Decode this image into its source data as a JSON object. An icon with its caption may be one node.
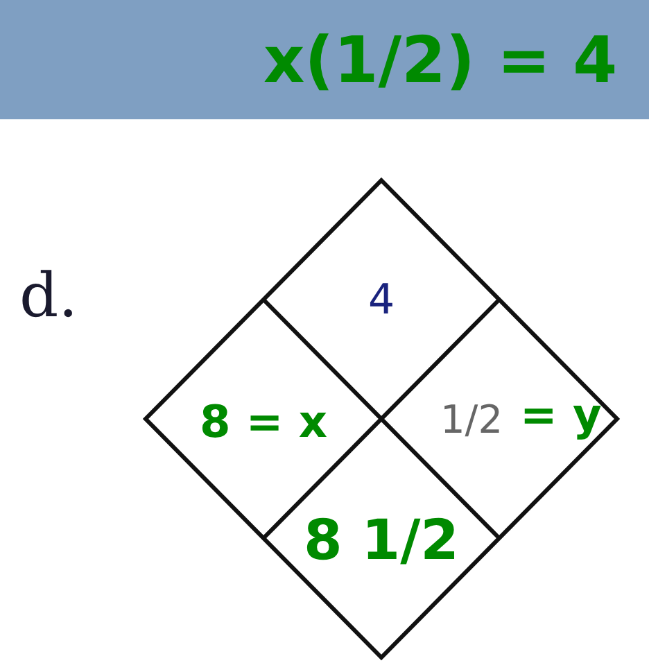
{
  "diagram": {
    "nodes": [
      {
        "text": [],
        "shape": "diamond"
      },
      {
        "text": [
          "4"
        ],
        "in": 0
      },
      {
        "text": [
          "8 = x"
        ],
        "in": 0
      },
      {
        "text": [
          "1/2"
        ],
        "in": 0,
        "beside": [
          "= y"
        ]
      },
      {
        "text": [
          "8 1/2"
        ],
        "in": 0
      }
    ],
    "edges": [],
    "labels": [
      "x(1/2) = 4",
      "d."
    ]
  }
}
